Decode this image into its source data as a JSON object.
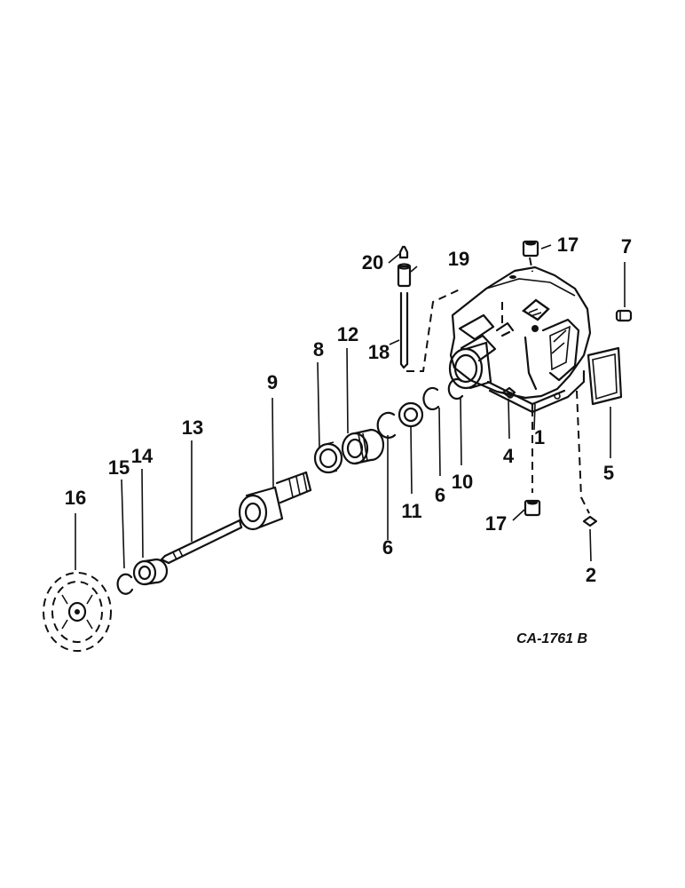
{
  "callouts": {
    "c1": "1",
    "c2": "2",
    "c4": "4",
    "c5": "5",
    "c6a": "6",
    "c6b": "6",
    "c7": "7",
    "c8": "8",
    "c9": "9",
    "c10": "10",
    "c11": "11",
    "c12": "12",
    "c13": "13",
    "c14": "14",
    "c15": "15",
    "c16": "16",
    "c17a": "17",
    "c17b": "17",
    "c18": "18",
    "c19": "19",
    "c20": "20"
  },
  "drawing_code": "CA-1761 B"
}
